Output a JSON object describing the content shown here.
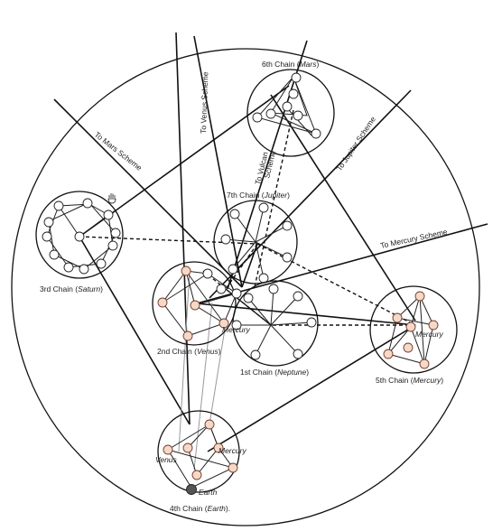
{
  "schemes": {
    "venus": "To Venus Scheme",
    "mars": "To Mars Scheme",
    "vulcan_line1": "To Vulcan",
    "vulcan_line2": "Scheme",
    "jupiter": "To Jupiter Scheme",
    "mercury": "To Mercury Scheme"
  },
  "chains": {
    "c1": {
      "ord": "1st Chain",
      "name": "Neptune"
    },
    "c2": {
      "ord": "2nd Chain",
      "name": "Venus"
    },
    "c3": {
      "ord": "3rd Chain",
      "name": "Saturn"
    },
    "c4": {
      "ord": "4th Chain",
      "name": "Earth"
    },
    "c5": {
      "ord": "5th Chain",
      "name": "Mercury"
    },
    "c6": {
      "ord": "6th Chain",
      "name": "Mars"
    },
    "c7": {
      "ord": "7th Chain",
      "name": "Jupiter"
    }
  },
  "planet_labels": {
    "mercury_c2": "Mercury",
    "mercury_c4": "Mercury",
    "venus_c4": "Venus",
    "earth_c4": "Earth",
    "mercury_c5": "Mercury"
  },
  "colors": {
    "line": "#111111",
    "highlight_globe": "#f3d9c8",
    "earth_globe": "#555555"
  }
}
